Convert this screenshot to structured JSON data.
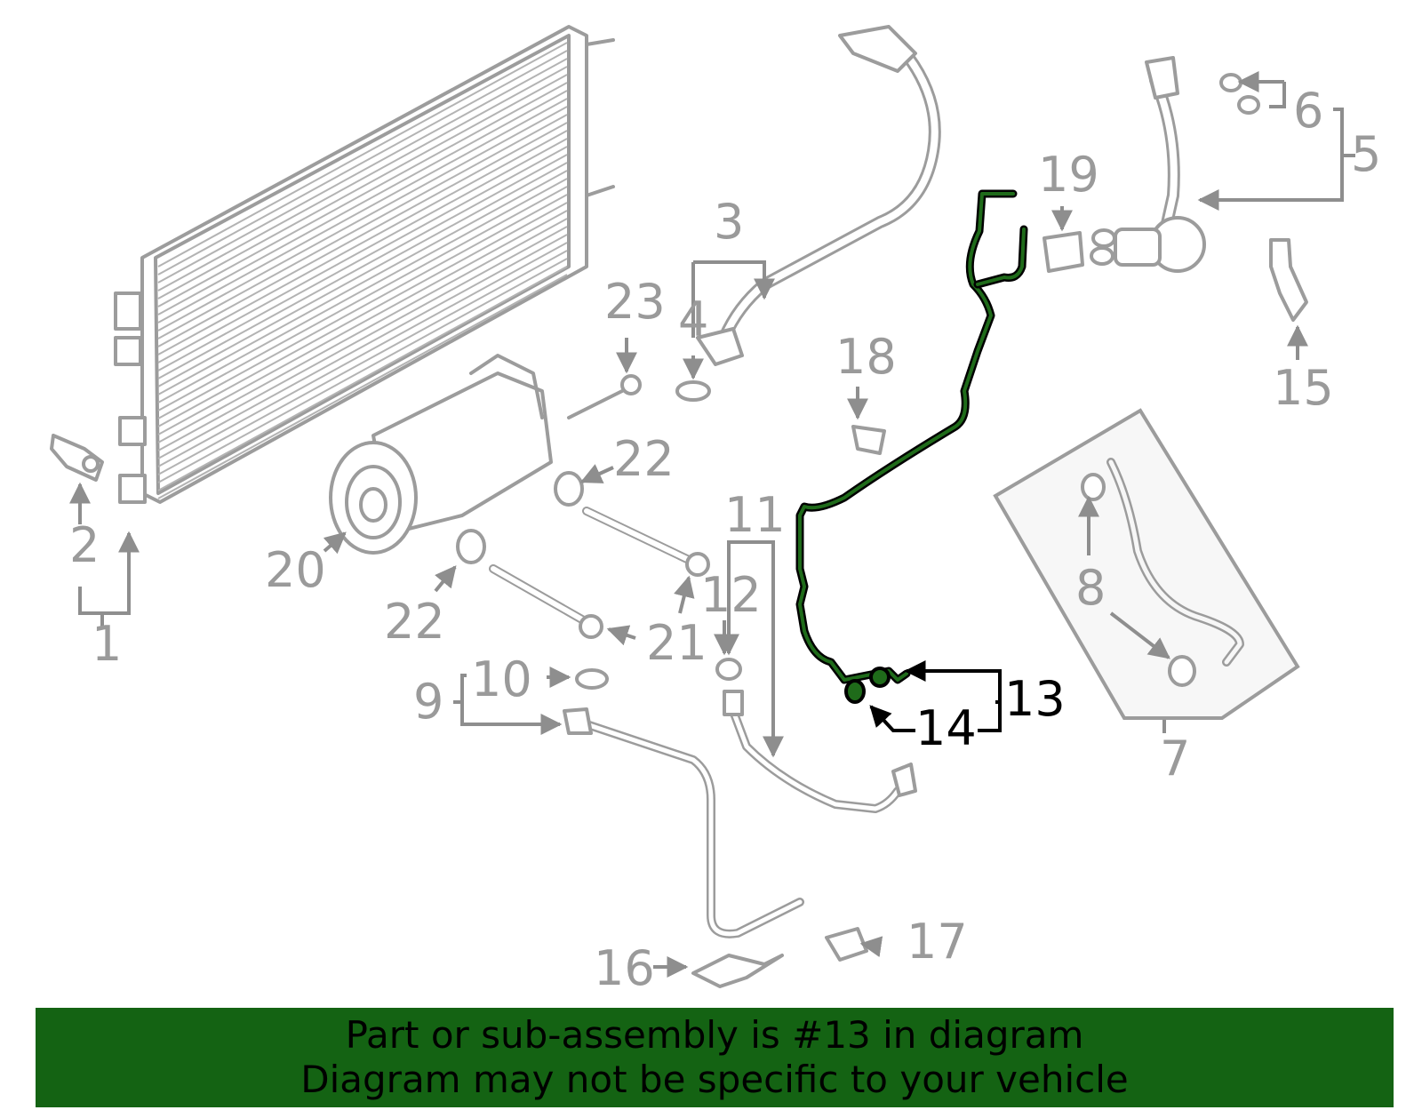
{
  "diagram": {
    "highlighted_part": "13",
    "callouts": [
      "1",
      "2",
      "3",
      "4",
      "5",
      "6",
      "7",
      "8",
      "9",
      "10",
      "11",
      "12",
      "13",
      "14",
      "15",
      "16",
      "17",
      "18",
      "19",
      "20",
      "21",
      "22",
      "22",
      "23"
    ],
    "highlight_color": "#1f6b1a",
    "part_color": "#9c9c9c"
  },
  "banner": {
    "line1": "Part or sub-assembly is #13 in diagram",
    "line2": "Diagram may not be specific to your vehicle",
    "background": "#146313"
  }
}
